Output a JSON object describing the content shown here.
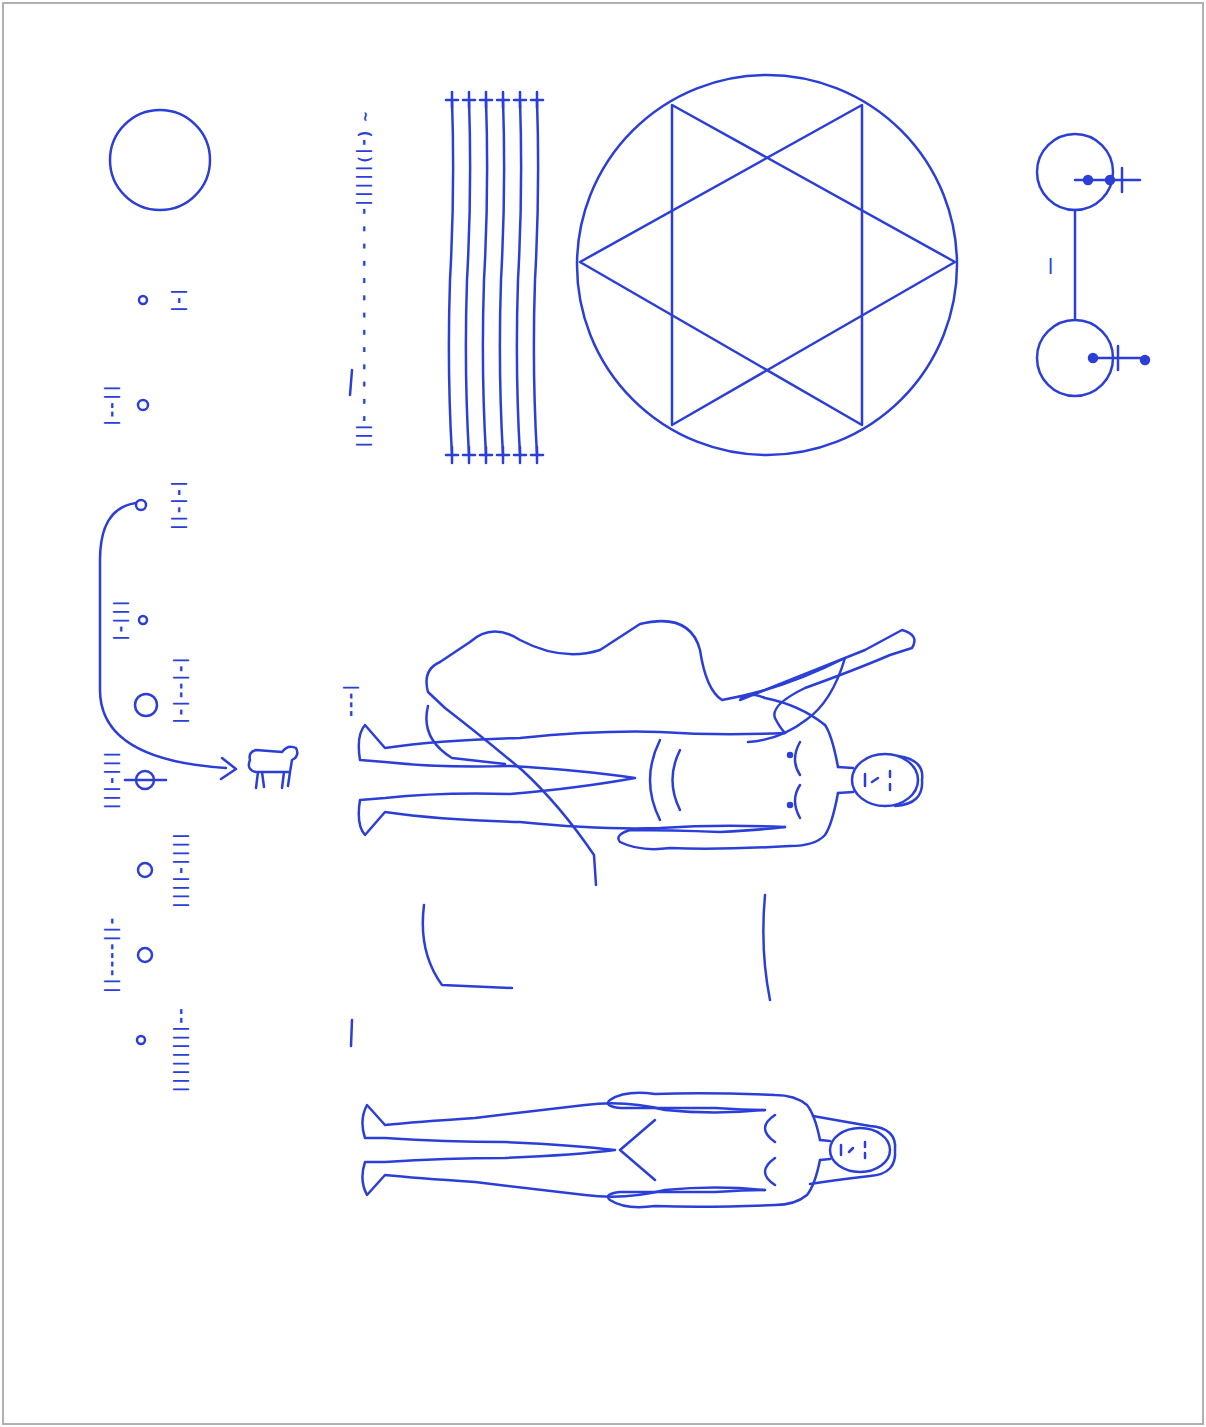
{
  "diagram": {
    "labels": [
      "|-|",
      "||--|",
      "|-|-||",
      "|||-|",
      "|-|--|-|",
      "|||-|||",
      "||||-||||",
      "-||----||",
      "--||||||||",
      "~ (-|)|||||- - - - - - - - - - - - -|||",
      "|",
      "|---"
    ]
  }
}
